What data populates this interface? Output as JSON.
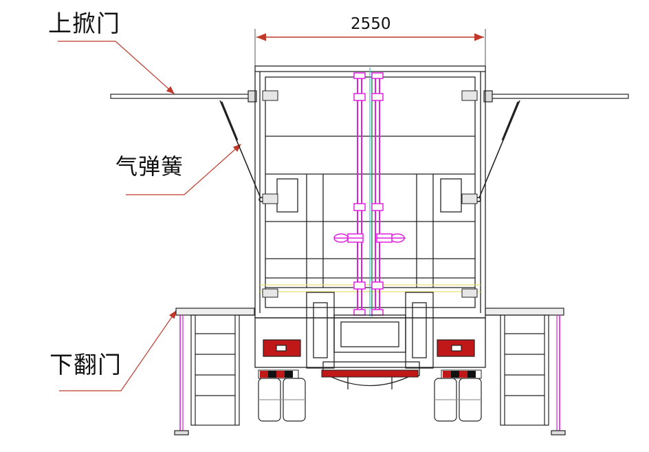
{
  "labels": {
    "upper_door": "上掀门",
    "gas_spring": "气弹簧",
    "lower_door": "下翻门"
  },
  "dimension": {
    "width_value": "2550"
  },
  "colors": {
    "line": "#222222",
    "leader": "#c0392b",
    "magenta": "#e020e0",
    "green_axis": "#2e8b57",
    "cyan_axis": "#40c0d0",
    "light_yellow": "#e8e070",
    "tail_red": "#c01818"
  }
}
